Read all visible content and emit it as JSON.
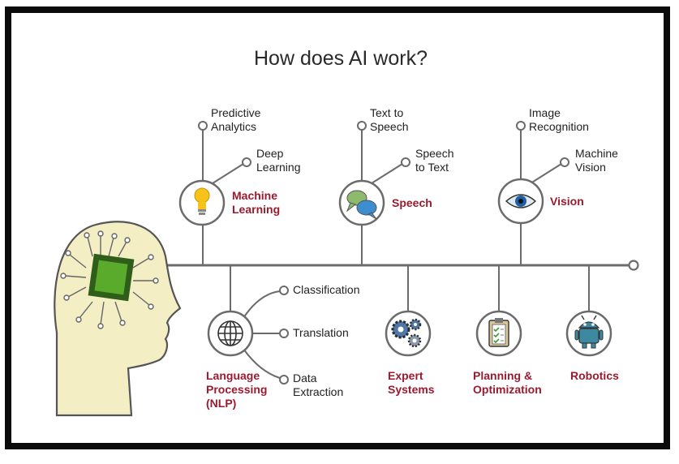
{
  "title": "How does AI work?",
  "categories": {
    "machine_learning": "Machine\nLearning",
    "speech": "Speech",
    "vision": "Vision",
    "nlp": "Language\nProcessing\n(NLP)",
    "expert_systems": "Expert\nSystems",
    "planning": "Planning &\nOptimization",
    "robotics": "Robotics"
  },
  "subtopics": {
    "predictive_analytics": "Predictive\nAnalytics",
    "deep_learning": "Deep\nLearning",
    "text_to_speech": "Text to\nSpeech",
    "speech_to_text": "Speech\nto Text",
    "image_recognition": "Image\nRecognition",
    "machine_vision": "Machine\nVision",
    "classification": "Classification",
    "translation": "Translation",
    "data_extraction": "Data\nExtraction"
  },
  "icons": {
    "head": "head-with-chip",
    "machine_learning": "lightbulb",
    "speech": "speech-bubbles",
    "vision": "eye",
    "nlp": "globe",
    "expert_systems": "gears",
    "planning": "clipboard-checklist",
    "robotics": "robot"
  },
  "colors": {
    "accent": "#9b1b2e",
    "line": "#6b6b6b",
    "head_fill": "#f3eec4",
    "chip": "#5aaa2c",
    "frame": "#0b0b0b"
  }
}
